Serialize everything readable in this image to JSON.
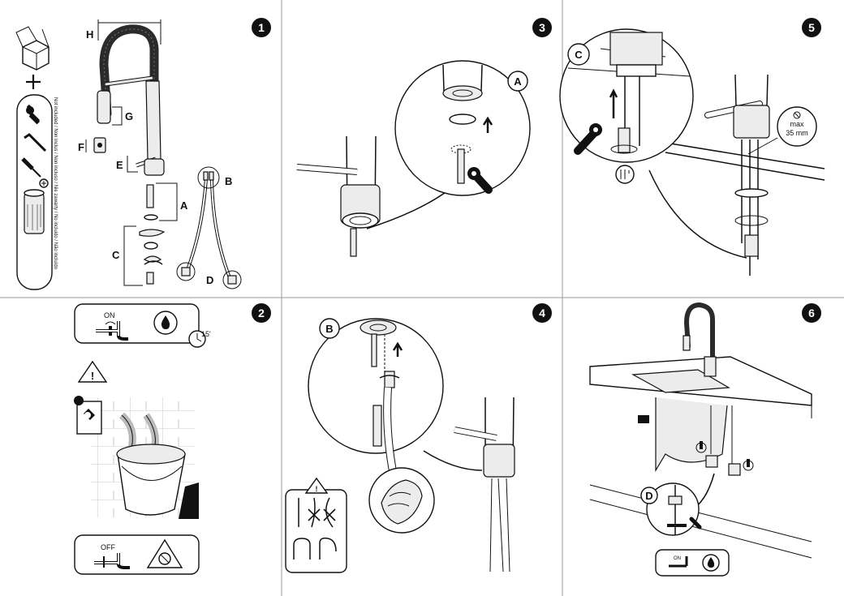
{
  "steps": {
    "s1": "1",
    "s2": "2",
    "s3": "3",
    "s4": "4",
    "s5": "5",
    "s6": "6"
  },
  "panel1": {
    "labels": {
      "H": "H",
      "G": "G",
      "F": "F",
      "E": "E",
      "A": "A",
      "B": "B",
      "C": "C",
      "D": "D"
    },
    "not_included": "Not included / Non inclus / Non incluso / Nie zawarty / No incluido / Não incluído"
  },
  "panel2": {
    "on": "ON",
    "off": "OFF",
    "time": "15'"
  },
  "panel3": {
    "callout": "A"
  },
  "panel4": {
    "callout": "B"
  },
  "panel5": {
    "callout": "C",
    "max_line1": "max",
    "max_line2": "35 mm"
  },
  "panel6": {
    "callout": "D",
    "on": "ON"
  }
}
